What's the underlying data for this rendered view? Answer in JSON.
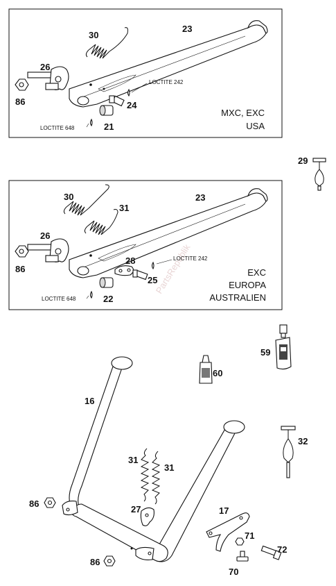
{
  "panels": [
    {
      "callouts": [
        "30",
        "23",
        "26",
        "86",
        "24",
        "21"
      ],
      "loctite": [
        "LOCTITE 242",
        "LOCTITE 648"
      ],
      "caption_lines": [
        "MXC, EXC",
        "USA"
      ]
    },
    {
      "callouts": [
        "30",
        "31",
        "23",
        "26",
        "86",
        "28",
        "25",
        "22"
      ],
      "loctite": [
        "LOCTITE 242",
        "LOCTITE 648"
      ],
      "caption_lines": [
        "EXC",
        "EUROPA",
        "AUSTRALIEN"
      ]
    }
  ],
  "parts": {
    "p29": "29",
    "p59": "59",
    "p60": "60",
    "p16": "16",
    "p32": "32",
    "p31a": "31",
    "p31b": "31",
    "p27": "27",
    "p86a": "86",
    "p86b": "86",
    "p17": "17",
    "p71": "71",
    "p72": "72",
    "p70": "70"
  },
  "watermark": "PartsRepublik"
}
